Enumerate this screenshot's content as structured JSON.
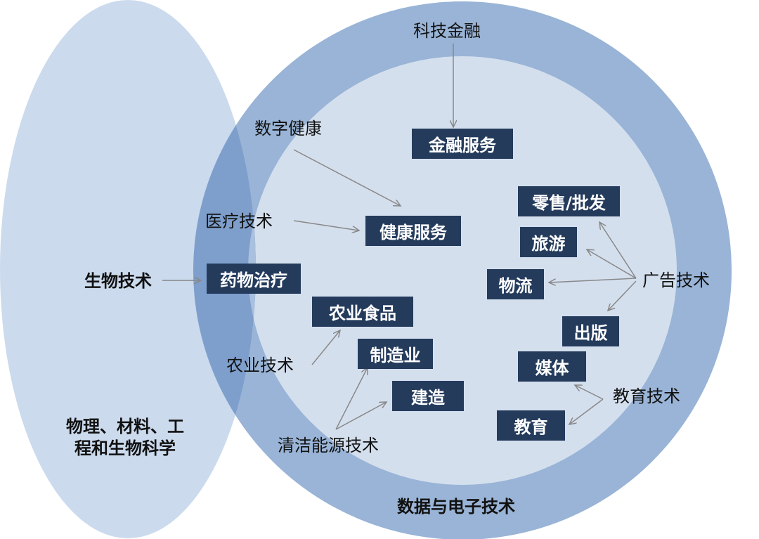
{
  "regions": {
    "left": "物理、材料、工程和生物科学",
    "left_line1": "物理、材料、工",
    "left_line2": "程和生物科学",
    "right": "数据与电子技术"
  },
  "technologies": {
    "fintech": "科技金融",
    "digital_health": "数字健康",
    "medtech": "医疗技术",
    "biotech": "生物技术",
    "agritech": "农业技术",
    "cleantech": "清洁能源技术",
    "adtech": "广告技术",
    "edtech": "教育技术"
  },
  "sectors": {
    "financial_services": "金融服务",
    "health_services": "健康服务",
    "pharma": "药物治疗",
    "agri_food": "农业食品",
    "manufacturing": "制造业",
    "construction": "建造",
    "retail": "零售/批发",
    "tourism": "旅游",
    "logistics": "物流",
    "publishing": "出版",
    "media": "媒体",
    "education": "教育"
  },
  "colors": {
    "left_ellipse": "#cbdaed",
    "outer_ring": "#99b4d6",
    "inner_circle": "#d4dfee",
    "overlap": "#7e9fcc",
    "box": "#243b5c",
    "arrow": "#888888"
  }
}
